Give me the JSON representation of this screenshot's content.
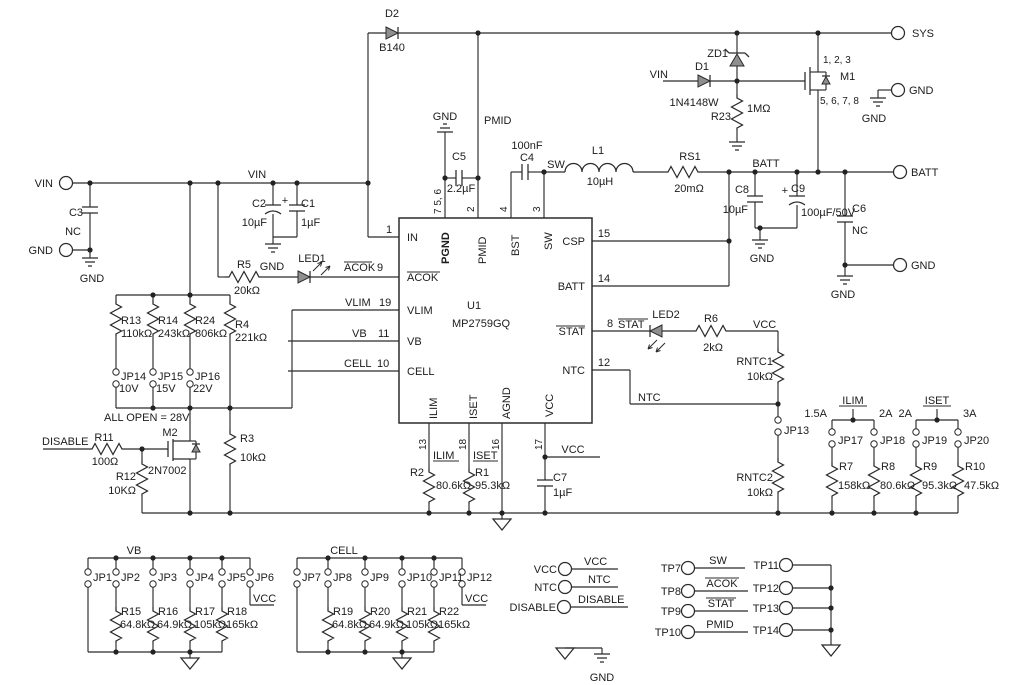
{
  "nets": {
    "vin": "VIN",
    "gnd": "GND",
    "sys": "SYS",
    "batt": "BATT",
    "pmid": "PMID",
    "sw": "SW",
    "acok": "ACOK",
    "stat": "STAT",
    "ntc": "NTC",
    "vcc": "VCC",
    "vb": "VB",
    "cell": "CELL",
    "disable": "DISABLE",
    "ilim": "ILIM",
    "iset": "ISET",
    "vlim": "VLIM"
  },
  "ic": {
    "ref": "U1",
    "part": "MP2759GQ",
    "pins": {
      "in": {
        "name": "IN",
        "num": "1"
      },
      "acok": {
        "name": "ACOK",
        "num": "9"
      },
      "vlim": {
        "name": "VLIM",
        "num": "19"
      },
      "vb": {
        "name": "VB",
        "num": "11"
      },
      "cell": {
        "name": "CELL",
        "num": "10"
      },
      "pgnd": {
        "name": "PGND",
        "num": "7 5, 6"
      },
      "pmid": {
        "name": "PMID",
        "num": "2"
      },
      "bst": {
        "name": "BST",
        "num": "4"
      },
      "sw": {
        "name": "SW",
        "num": "3"
      },
      "csp": {
        "name": "CSP",
        "num": "15"
      },
      "batt": {
        "name": "BATT",
        "num": "14"
      },
      "stat": {
        "name": "STAT",
        "num": "8"
      },
      "ntc": {
        "name": "NTC",
        "num": "12"
      },
      "ilim": {
        "name": "ILIM",
        "num": "13"
      },
      "iset": {
        "name": "ISET",
        "num": "18"
      },
      "agnd": {
        "name": "AGND",
        "num": "16"
      },
      "vcc": {
        "name": "VCC",
        "num": "17"
      }
    }
  },
  "parts": {
    "d2": {
      "ref": "D2",
      "value": "B140"
    },
    "zd1": {
      "ref": "ZD1"
    },
    "d1": {
      "ref": "D1",
      "value": "1N4148W"
    },
    "r23": {
      "ref": "R23",
      "value": "1MΩ"
    },
    "m1": {
      "ref": "M1",
      "pins_top": "1, 2, 3",
      "pins_bottom": "5, 6, 7, 8"
    },
    "c5": {
      "ref": "C5",
      "value": "2.2µF"
    },
    "c4": {
      "ref": "C4",
      "value": "100nF"
    },
    "l1": {
      "ref": "L1",
      "value": "10µH"
    },
    "rs1": {
      "ref": "RS1",
      "value": "20mΩ"
    },
    "c8": {
      "ref": "C8",
      "value": "10µF"
    },
    "c9": {
      "ref": "C9",
      "value": "100µF/50V",
      "polarity": "+"
    },
    "c6": {
      "ref": "C6",
      "value": "NC"
    },
    "c3": {
      "ref": "C3",
      "value": "NC"
    },
    "c2": {
      "ref": "C2",
      "value": "10µF",
      "polarity": "+"
    },
    "c1": {
      "ref": "C1",
      "value": "1µF"
    },
    "r5": {
      "ref": "R5",
      "value": "20kΩ"
    },
    "led1": {
      "ref": "LED1"
    },
    "led2": {
      "ref": "LED2"
    },
    "r13": {
      "ref": "R13",
      "value": "110kΩ"
    },
    "r14": {
      "ref": "R14",
      "value": "243kΩ"
    },
    "r24": {
      "ref": "R24",
      "value": "806kΩ"
    },
    "r4": {
      "ref": "R4",
      "value": "221kΩ"
    },
    "r11": {
      "ref": "R11",
      "value": "100Ω"
    },
    "r12": {
      "ref": "R12",
      "value": "10KΩ"
    },
    "m2": {
      "ref": "M2",
      "value": "2N7002"
    },
    "r3": {
      "ref": "R3",
      "value": "10kΩ"
    },
    "r2": {
      "ref": "R2",
      "value": "80.6kΩ"
    },
    "r1": {
      "ref": "R1",
      "value": "95.3kΩ"
    },
    "c7": {
      "ref": "C7",
      "value": "1µF"
    },
    "r6": {
      "ref": "R6",
      "value": "2kΩ"
    },
    "rntc1": {
      "ref": "RNTC1",
      "value": "10kΩ"
    },
    "rntc2": {
      "ref": "RNTC2",
      "value": "10kΩ"
    },
    "r7": {
      "ref": "R7",
      "value": "158kΩ"
    },
    "r8": {
      "ref": "R8",
      "value": "80.6kΩ"
    },
    "r9": {
      "ref": "R9",
      "value": "95.3kΩ"
    },
    "r10": {
      "ref": "R10",
      "value": "47.5kΩ"
    },
    "r15": {
      "ref": "R15",
      "value": "64.8kΩ"
    },
    "r16": {
      "ref": "R16",
      "value": "64.9kΩ"
    },
    "r17": {
      "ref": "R17",
      "value": "105kΩ"
    },
    "r18": {
      "ref": "R18",
      "value": "165kΩ"
    },
    "r19": {
      "ref": "R19",
      "value": "64.8kΩ"
    },
    "r20": {
      "ref": "R20",
      "value": "64.9kΩ"
    },
    "r21": {
      "ref": "R21",
      "value": "105kΩ"
    },
    "r22": {
      "ref": "R22",
      "value": "165kΩ"
    }
  },
  "jumpers": {
    "jp1": "JP1",
    "jp2": "JP2",
    "jp3": "JP3",
    "jp4": "JP4",
    "jp5": "JP5",
    "jp6": "JP6",
    "jp7": "JP7",
    "jp8": "JP8",
    "jp9": "JP9",
    "jp10": "JP10",
    "jp11": "JP11",
    "jp12": "JP12",
    "jp13": "JP13",
    "jp14": "JP14",
    "jp15": "JP15",
    "jp16": "JP16",
    "jp17": "JP17",
    "jp18": "JP18",
    "jp19": "JP19",
    "jp20": "JP20"
  },
  "options": {
    "jp14_voltage": "10V",
    "jp15_voltage": "15V",
    "jp16_voltage": "22V",
    "all_open_note": "ALL OPEN = 28V",
    "ilim_left": "1.5A",
    "ilim_right": "2A",
    "iset_left": "2A",
    "iset_right": "3A"
  },
  "testpoints": {
    "tp7": "TP7",
    "tp8": "TP8",
    "tp9": "TP9",
    "tp10": "TP10",
    "tp11": "TP11",
    "tp12": "TP12",
    "tp13": "TP13",
    "tp14": "TP14"
  }
}
